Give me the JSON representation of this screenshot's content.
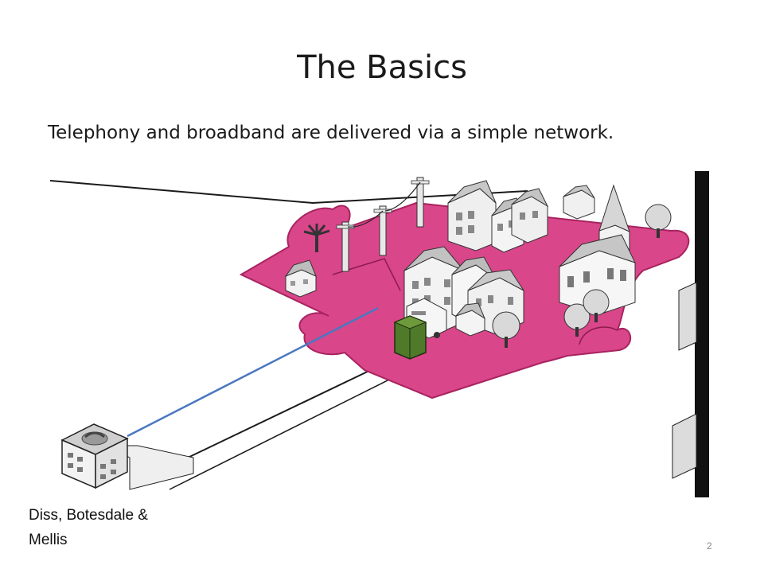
{
  "slide": {
    "title": "The Basics",
    "subtitle": "Telephony and broadband are delivered via a simple network.",
    "exchange_caption": "Diss, Botesdale & Mellis",
    "page_number": "2"
  },
  "illustration": {
    "colors": {
      "area": "#d9468a",
      "area_edge": "#a8235f",
      "line": "#4a78c0",
      "cabinet": "#4f7a2a",
      "frame": "#111111"
    },
    "icons": [
      "exchange-building-icon",
      "telephone-icon",
      "street-cabinet-icon",
      "telegraph-pole-icon",
      "house-icon",
      "church-icon",
      "tree-icon",
      "palm-tree-icon",
      "van-icon"
    ]
  }
}
